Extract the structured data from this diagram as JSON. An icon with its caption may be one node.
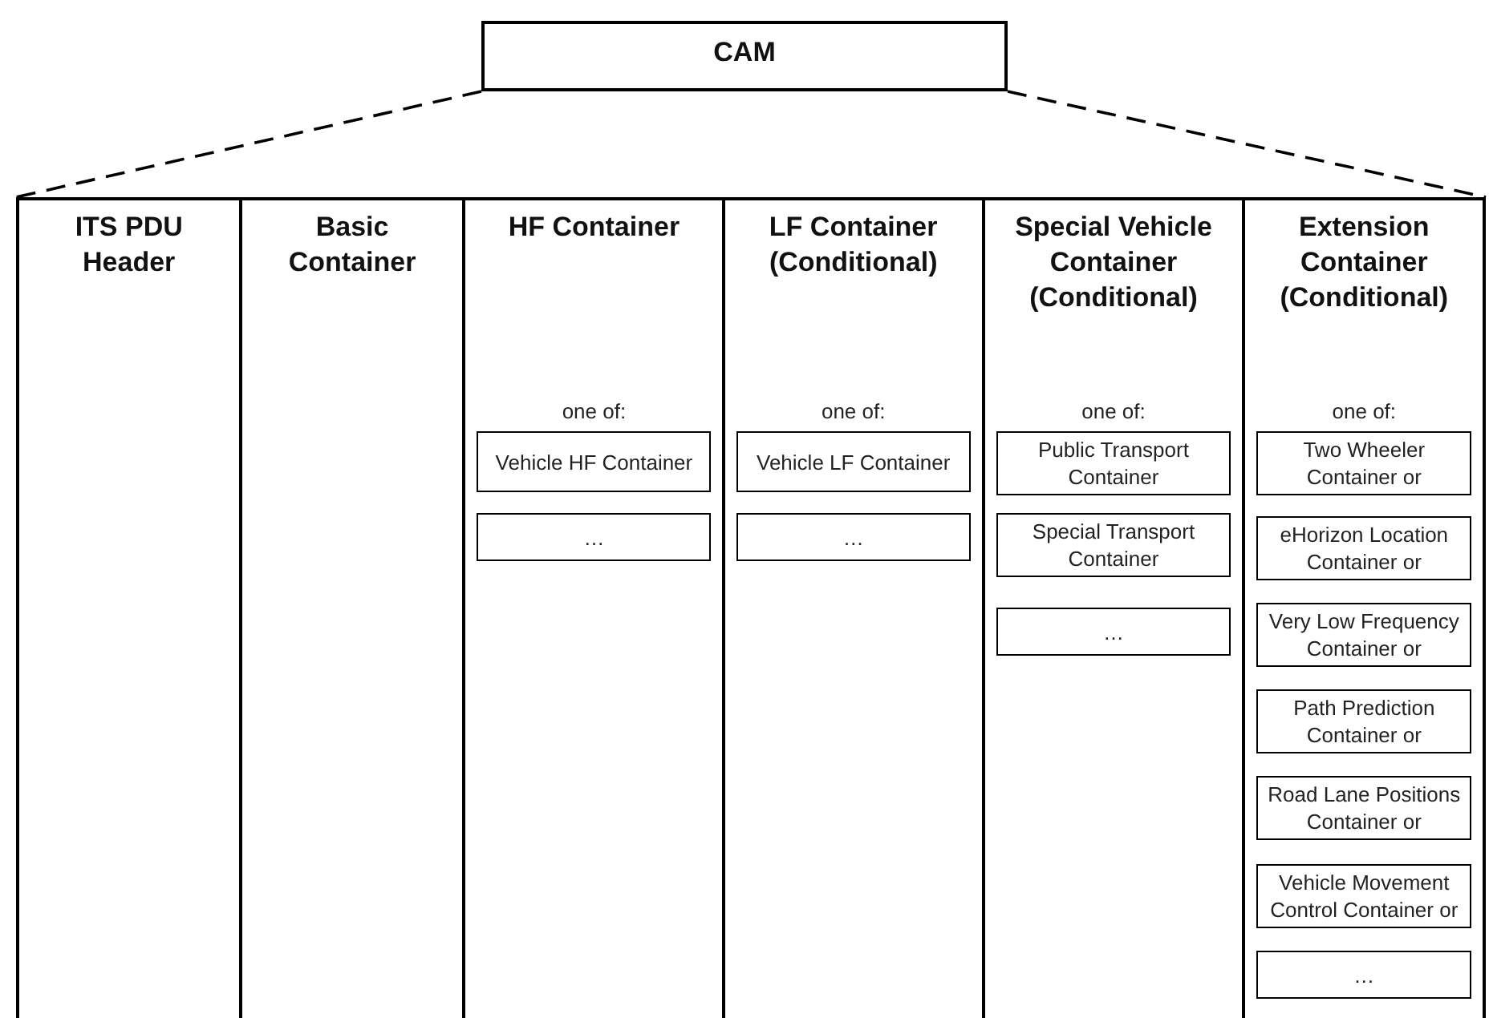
{
  "diagram": {
    "nodes": [
      {
        "text": [
          "CAM"
        ]
      },
      {
        "text": [],
        "shape": "box"
      },
      {
        "text": [
          "ITS PDU Header"
        ],
        "in": 1
      },
      {
        "text": [
          "Basic Container"
        ],
        "in": 1
      },
      {
        "text": [
          "HF Container",
          "one of:"
        ],
        "in": 1
      },
      {
        "text": [
          "Vehicle HF Container"
        ],
        "in": 4
      },
      {
        "text": [
          "…"
        ],
        "in": 4
      },
      {
        "text": [
          "LF Container (Conditional)",
          "one of:"
        ],
        "in": 1
      },
      {
        "text": [
          "Vehicle LF Container"
        ],
        "in": 7
      },
      {
        "text": [
          "…"
        ],
        "in": 7
      },
      {
        "text": [
          "Special Vehicle Container (Conditional)",
          "one of:"
        ],
        "in": 1
      },
      {
        "text": [
          "Public Transport Container"
        ],
        "in": 10
      },
      {
        "text": [
          "Special Transport Container"
        ],
        "in": 10
      },
      {
        "text": [
          "…"
        ],
        "in": 10
      },
      {
        "text": [
          "Extension Container (Conditional)",
          "one of:"
        ],
        "in": 1
      },
      {
        "text": [
          "Two Wheeler Container or"
        ],
        "in": 14
      },
      {
        "text": [
          "eHorizon Location Container or"
        ],
        "in": 14
      },
      {
        "text": [
          "Very Low Frequency Container or"
        ],
        "in": 14
      },
      {
        "text": [
          "Path Prediction Container or"
        ],
        "in": 14
      },
      {
        "text": [
          "Road Lane Positions Container or"
        ],
        "in": 14
      },
      {
        "text": [
          "Vehicle Movement Control Container or"
        ],
        "in": 14
      },
      {
        "text": [
          "…"
        ],
        "in": 14
      }
    ],
    "edges": [
      {
        "from": 0,
        "to": 1,
        "arrow": "none",
        "style": "dashed"
      },
      {
        "from": 0,
        "to": 1,
        "arrow": "none",
        "style": "dashed"
      }
    ]
  }
}
